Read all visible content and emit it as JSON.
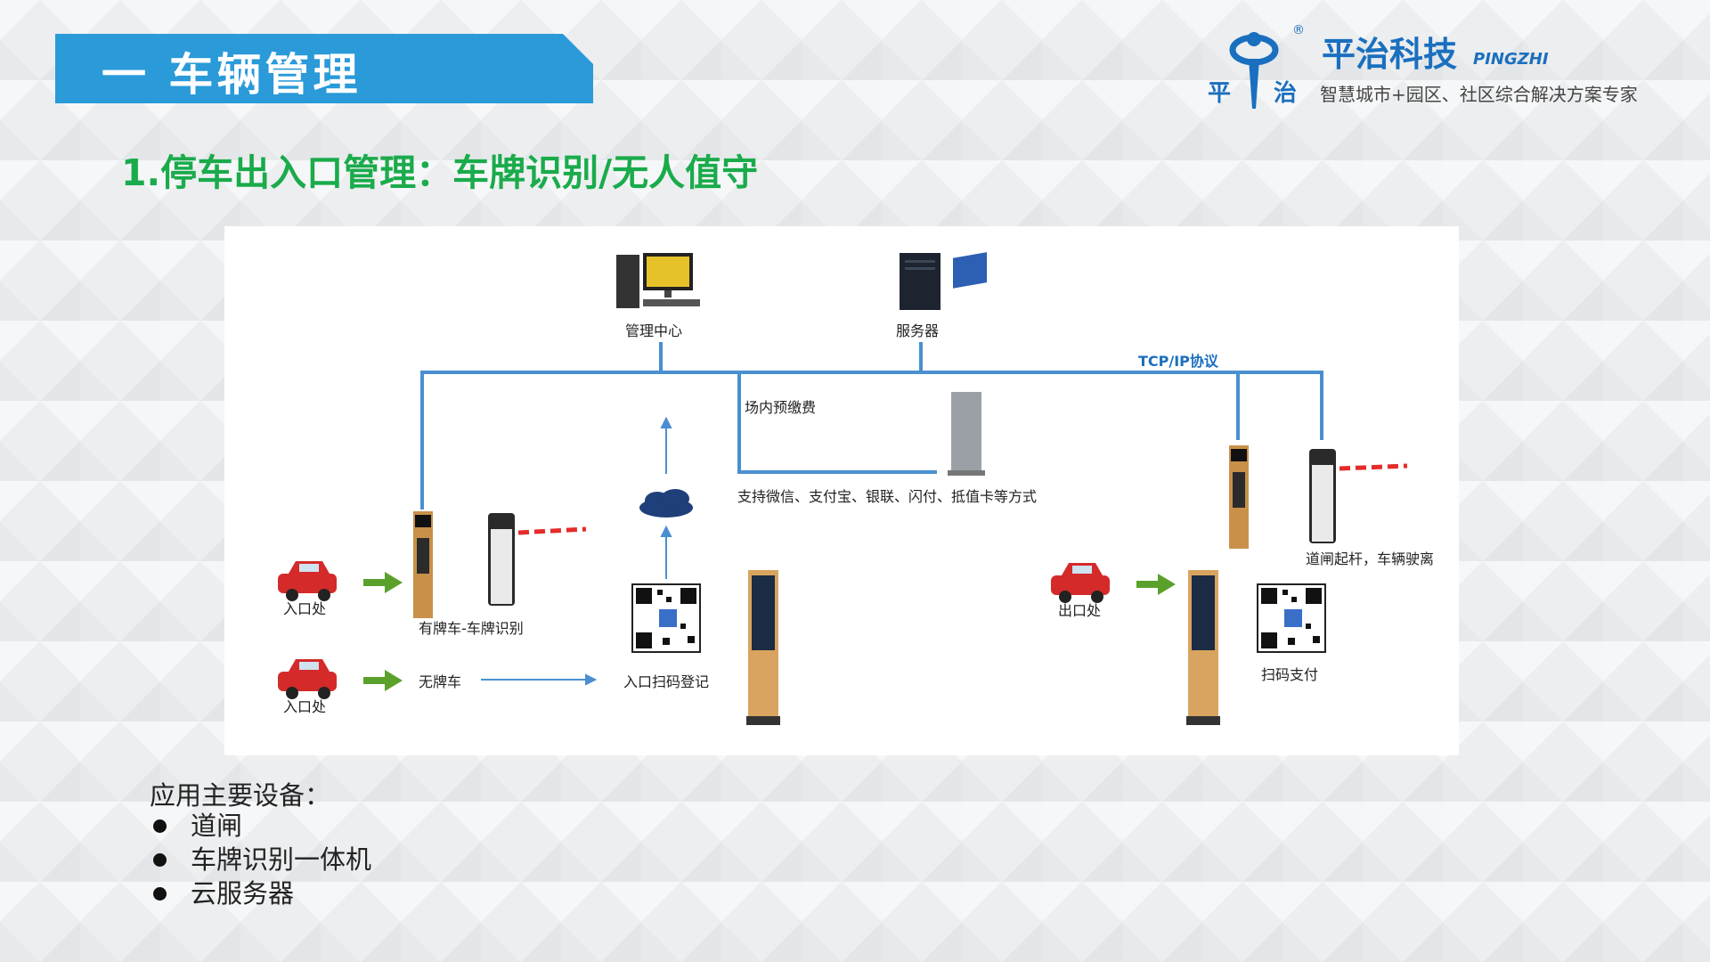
{
  "header": {
    "title": "一 车辆管理",
    "subtitle": "1.停车出入口管理：车牌识别/无人值守"
  },
  "logo": {
    "name": "平治科技",
    "name_en": "PINGZHI",
    "tagline": "智慧城市+园区、社区综合解决方案专家",
    "char_left": "平",
    "char_right": "治",
    "registered": "®",
    "brand_color": "#1a6fbf"
  },
  "diagram": {
    "protocol": "TCP/IP协议",
    "nodes": {
      "management_center": "管理中心",
      "server": "服务器",
      "in_lot_prepay": "场内预缴费",
      "payment_methods": "支持微信、支付宝、银联、闪付、抵值卡等方式",
      "entrance_1": "入口处",
      "plate_car": "有牌车-车牌识别",
      "entrance_2": "入口处",
      "no_plate_car": "无牌车",
      "entry_scan": "入口扫码登记",
      "exit": "出口处",
      "scan_pay": "扫码支付",
      "gate_leave": "道闸起杆，车辆驶离"
    },
    "colors": {
      "network_line": "#4a8fd1",
      "arrow_green": "#5aa12b",
      "car_red": "#d42a2a",
      "kiosk_body": "#d9a45f"
    }
  },
  "equipment": {
    "heading": "应用主要设备：",
    "items": [
      "道闸",
      "车牌识别一体机",
      "云服务器"
    ]
  },
  "colors": {
    "title_bar": "#2a9ad9",
    "subtitle": "#1aab4b"
  }
}
